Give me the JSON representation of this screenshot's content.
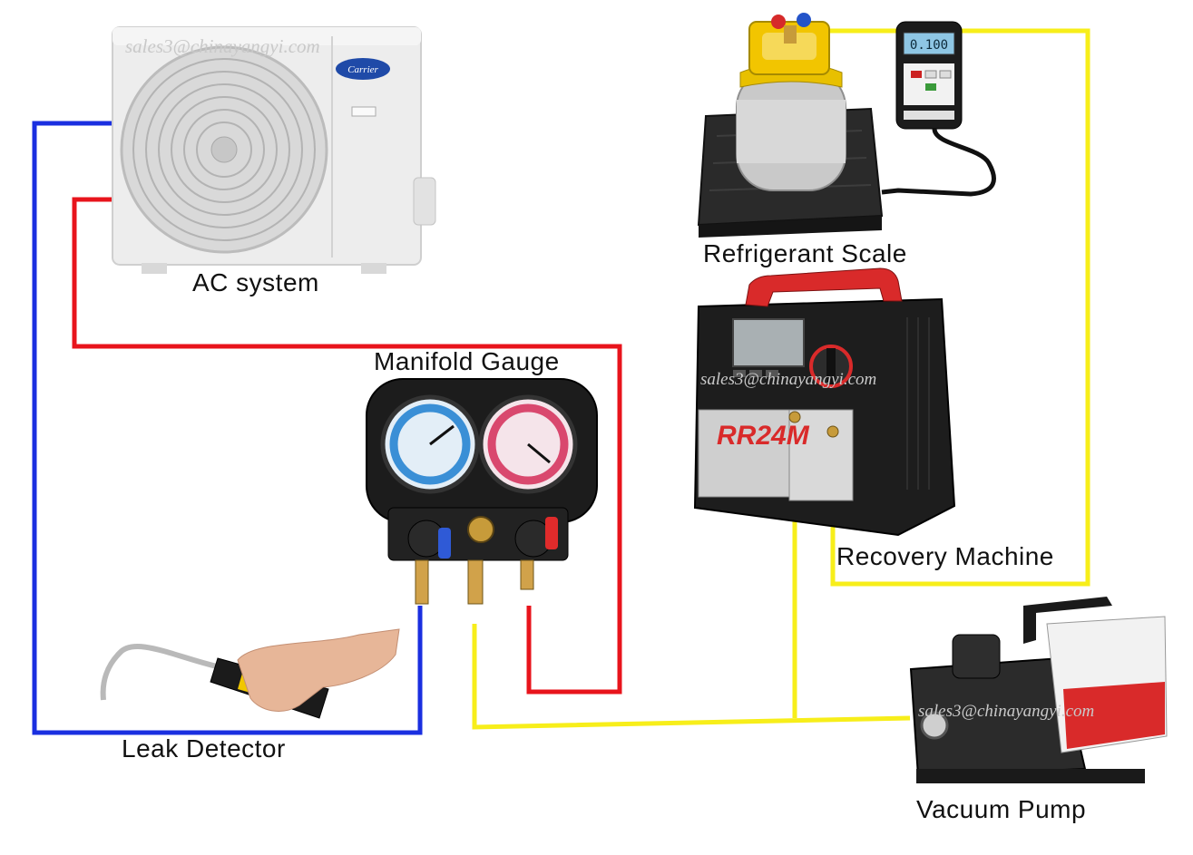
{
  "labels": {
    "ac_system": "AC system",
    "refrigerant_scale": "Refrigerant Scale",
    "manifold_gauge": "Manifold Gauge",
    "recovery_machine": "Recovery Machine",
    "leak_detector": "Leak Detector",
    "vacuum_pump": "Vacuum Pump"
  },
  "watermark": "sales3@chinayangyi.com",
  "brand_logo": "Carrier",
  "scale_display": "0.100",
  "recovery_model": "RR24M",
  "colors": {
    "high_side_line": "#e8141c",
    "low_side_line": "#1a2fe0",
    "service_line": "#f7ee1a",
    "ac_body": "#ececec",
    "tank_yellow": "#f0c400",
    "machine_red": "#d92a2a",
    "gauge_blue": "#3a8fd6",
    "gauge_red": "#d9486e"
  }
}
